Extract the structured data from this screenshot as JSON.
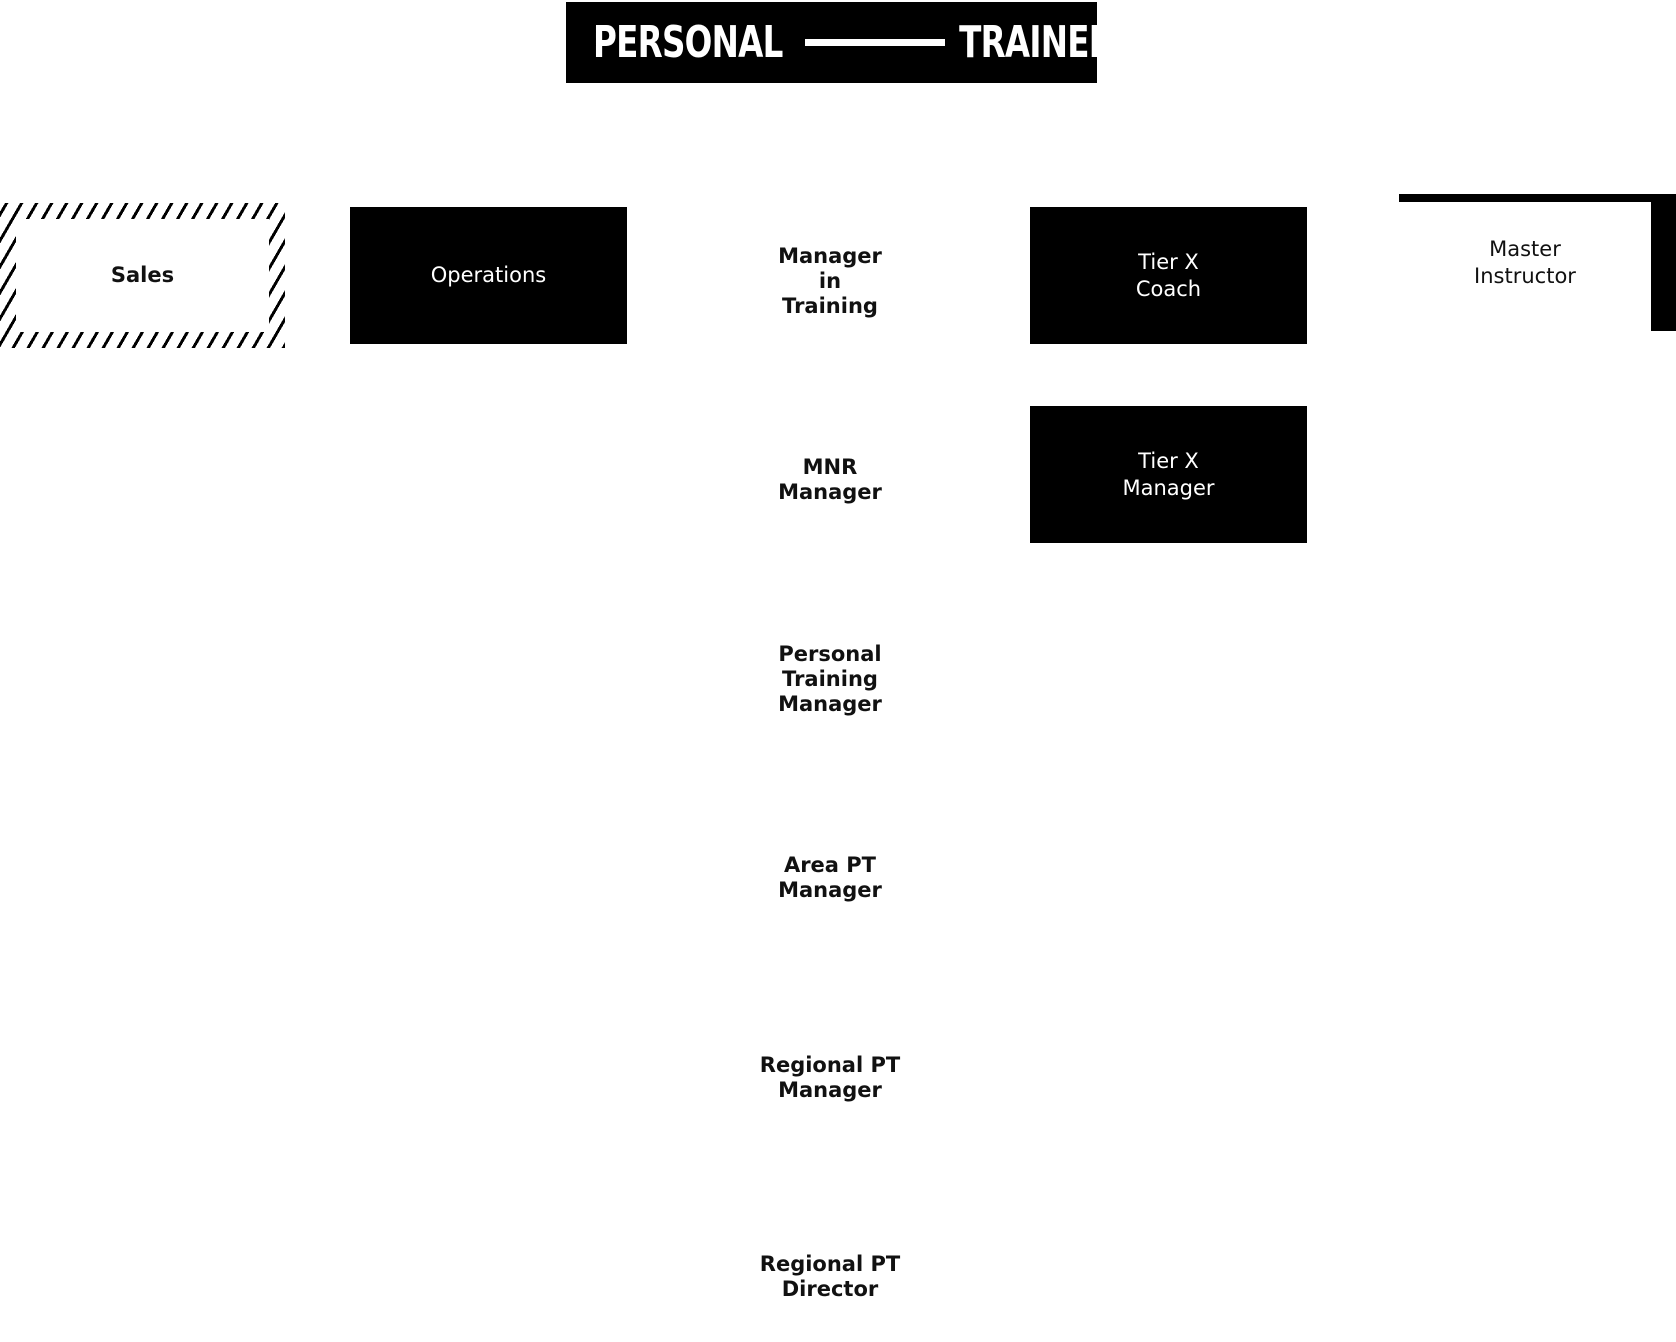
{
  "header": {
    "left_word": "PERSONAL",
    "right_word": "TRAINER"
  },
  "side_paths": {
    "sales": "Sales",
    "operations": "Operations"
  },
  "management_track": [
    "Manager\nin\nTraining",
    "MNR\nManager",
    "Personal\nTraining\nManager",
    "Area PT\nManager",
    "Regional PT\nManager",
    "Regional PT\nDirector"
  ],
  "tier_x": {
    "coach": "Tier X\nCoach",
    "manager": "Tier X\nManager"
  },
  "master_instructor": "Master\nInstructor"
}
